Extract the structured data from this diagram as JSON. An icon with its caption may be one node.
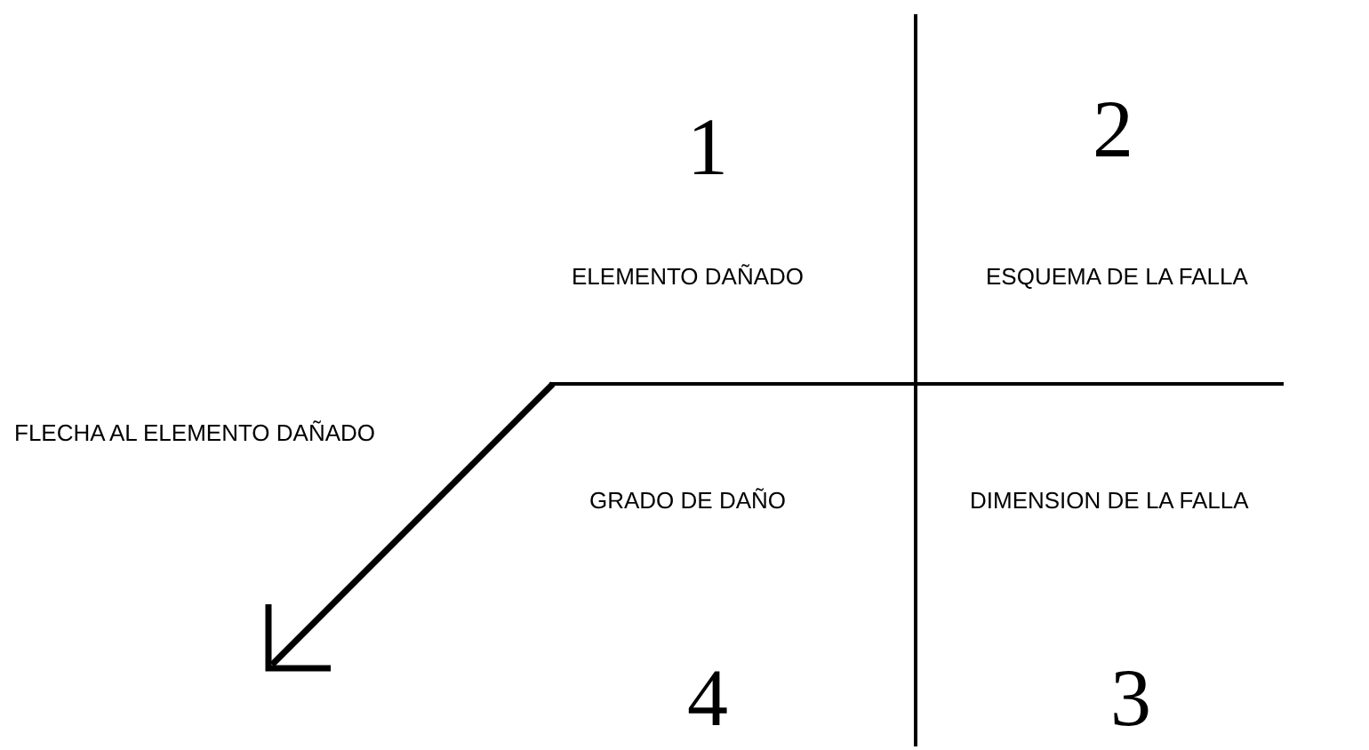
{
  "diagram": {
    "labels": [
      "1",
      "2",
      "ELEMENTO DAÑADO",
      "ESQUEMA DE LA FALLA",
      "FLECHA AL ELEMENTO DAÑADO",
      "GRADO DE DAÑO",
      "DIMENSION DE LA FALLA",
      "4",
      "3"
    ]
  }
}
